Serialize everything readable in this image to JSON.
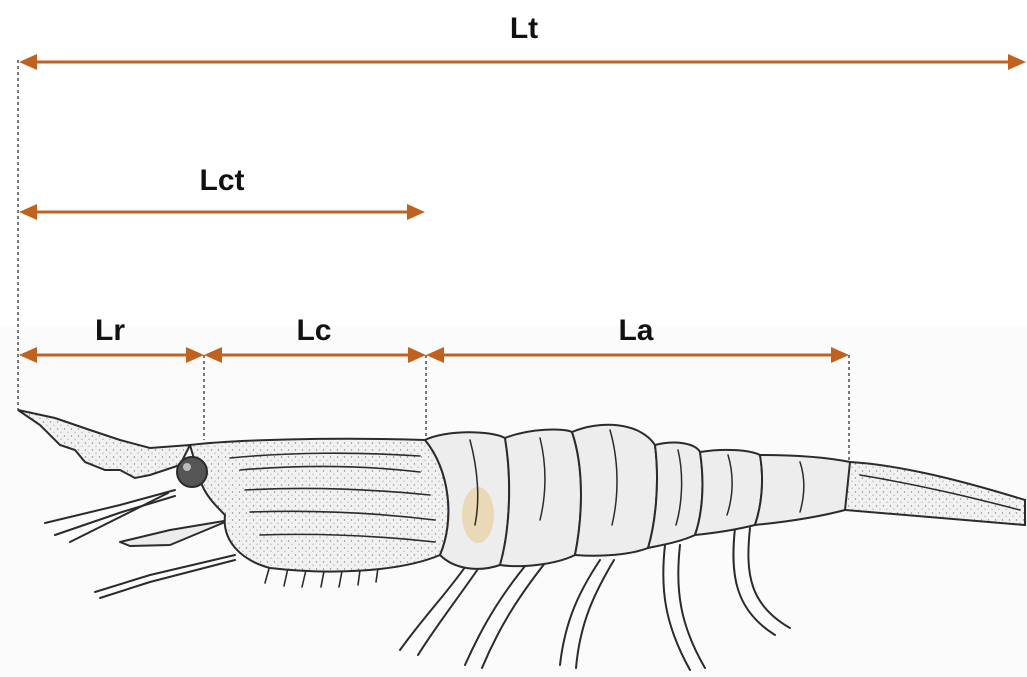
{
  "measurements": {
    "lt": "Lt",
    "lct": "Lct",
    "lr": "Lr",
    "lc": "Lc",
    "la": "La"
  },
  "colors": {
    "arrow": "#c0611f",
    "line": "#222222"
  },
  "illustration": {
    "subject": "shrimp-sketch"
  }
}
